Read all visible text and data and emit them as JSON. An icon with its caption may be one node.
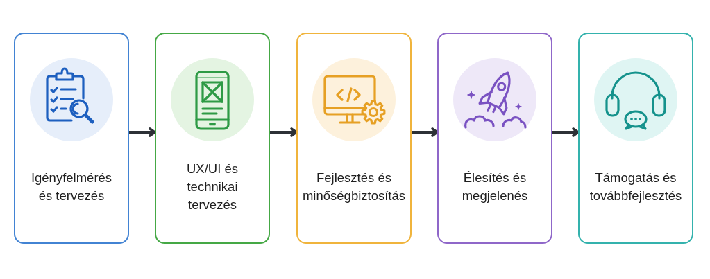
{
  "diagram": {
    "nodes": [
      {
        "text": [
          "Igényfelmérés és tervezés"
        ]
      },
      {
        "text": [
          "UX/UI és technikai tervezés"
        ]
      },
      {
        "text": [
          "Fejlesztés és minőségbiztosítás"
        ]
      },
      {
        "text": [
          "Élesítés és megjelenés"
        ]
      },
      {
        "text": [
          "Támogatás és továbbfejlesztés"
        ]
      }
    ],
    "edges": [
      {
        "from": 0,
        "to": 1,
        "arrow": "to"
      },
      {
        "from": 1,
        "to": 2,
        "arrow": "to"
      },
      {
        "from": 2,
        "to": 3,
        "arrow": "to"
      },
      {
        "from": 3,
        "to": 4,
        "arrow": "to"
      }
    ]
  }
}
